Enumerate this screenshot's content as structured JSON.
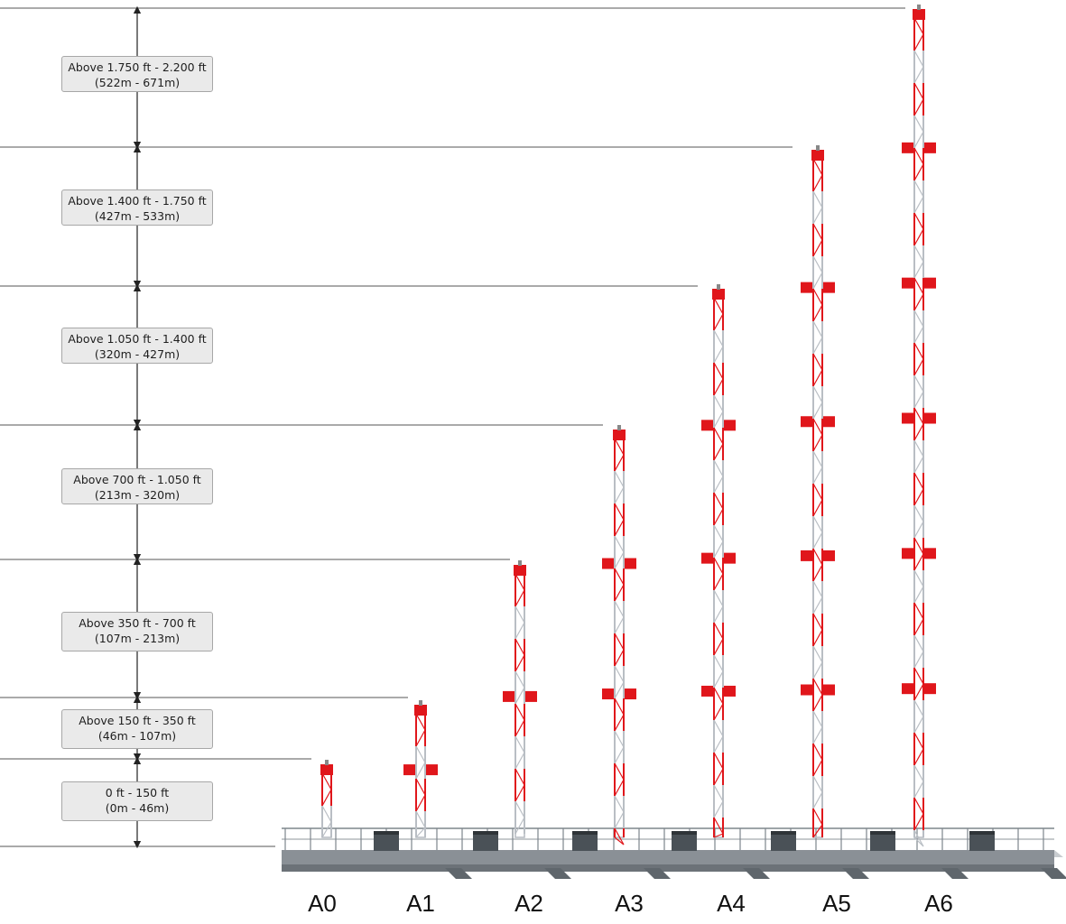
{
  "bands": [
    {
      "range_ft": "Above 1.750 ft - 2.200 ft",
      "range_m": "(522m - 671m)"
    },
    {
      "range_ft": "Above 1.400 ft - 1.750 ft",
      "range_m": "(427m - 533m)"
    },
    {
      "range_ft": "Above 1.050 ft - 1.400 ft",
      "range_m": "(320m - 427m)"
    },
    {
      "range_ft": "Above 700 ft - 1.050 ft",
      "range_m": "(213m - 320m)"
    },
    {
      "range_ft": "Above 350 ft - 700 ft",
      "range_m": "(107m - 213m)"
    },
    {
      "range_ft": "Above 150 ft - 350 ft",
      "range_m": "(46m - 107m)"
    },
    {
      "range_ft": "0 ft - 150 ft",
      "range_m": "(0m - 46m)"
    }
  ],
  "towers": [
    {
      "label": "A0",
      "light_levels": 0
    },
    {
      "label": "A1",
      "light_levels": 1
    },
    {
      "label": "A2",
      "light_levels": 1
    },
    {
      "label": "A3",
      "light_levels": 2
    },
    {
      "label": "A4",
      "light_levels": 3
    },
    {
      "label": "A5",
      "light_levels": 4
    },
    {
      "label": "A6",
      "light_levels": 5
    }
  ],
  "colors": {
    "tower_red": "#e0161b",
    "tower_steel": "#b9bec4",
    "platform": "#8a9096",
    "label_bg": "#eaeaea",
    "line": "#555555"
  }
}
